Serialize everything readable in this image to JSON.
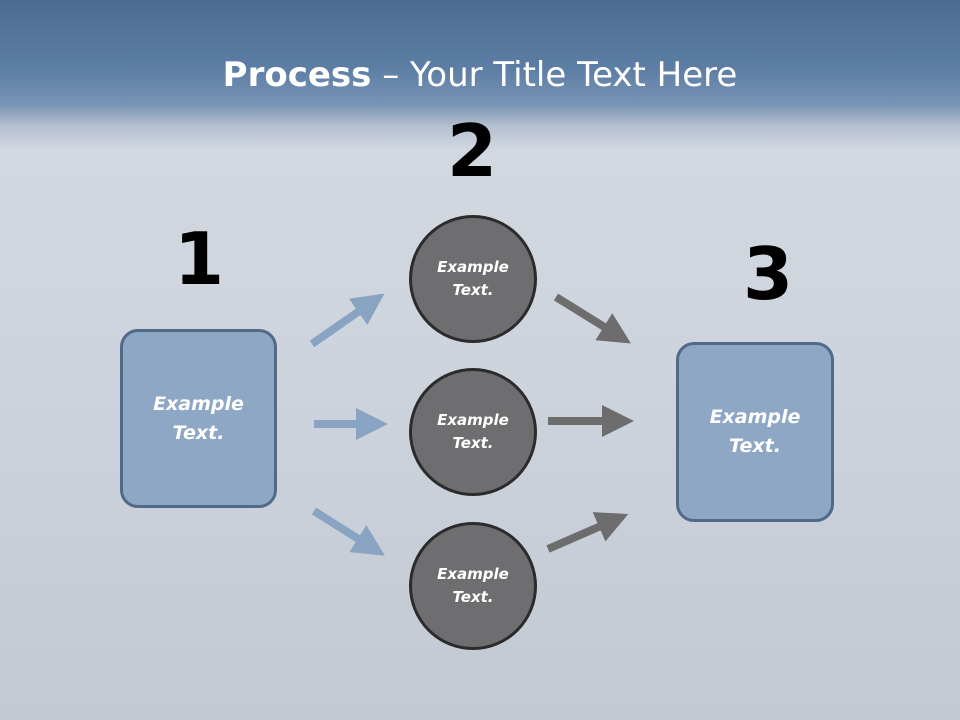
{
  "title": {
    "bold": "Process",
    "dash": " – ",
    "rest": "Your Title Text Here"
  },
  "steps": {
    "one": "1",
    "two": "2",
    "three": "3"
  },
  "left_box": {
    "line1": "Example",
    "line2": "Text."
  },
  "circles": [
    {
      "line1": "Example",
      "line2": "Text."
    },
    {
      "line1": "Example",
      "line2": "Text."
    },
    {
      "line1": "Example",
      "line2": "Text."
    }
  ],
  "right_box": {
    "line1": "Example",
    "line2": "Text."
  },
  "colors": {
    "box_fill": "#8ea7c5",
    "box_border": "#526a88",
    "circle_fill": "#6e6e70",
    "circle_border": "#2b2b2b",
    "arrow_blue": "#89a3c2",
    "arrow_gray": "#6d6d6d",
    "title_band": "#4d6c93"
  }
}
